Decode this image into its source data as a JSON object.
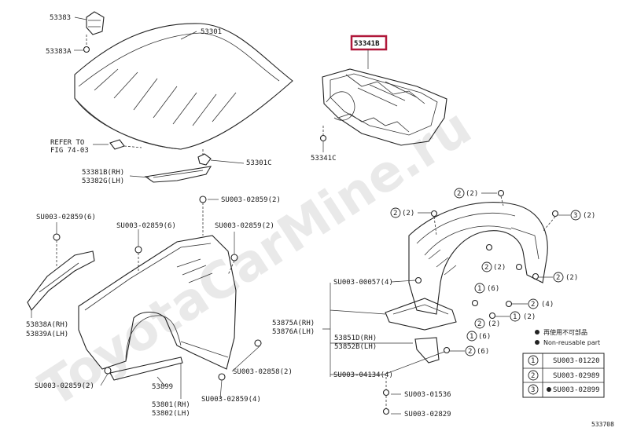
{
  "watermark": "ToyotaCarMine.ru",
  "diagram_id": "533708",
  "highlight_part": "53341B",
  "labels": {
    "p53383": "53383",
    "p53383A": "53383A",
    "p53301": "53301",
    "refer1": "REFER TO",
    "refer2": "FIG 74-03",
    "p53381B": "53381B(RH)",
    "p53382G": "53382G(LH)",
    "p53301C": "53301C",
    "p53341C": "53341C",
    "s00285_2_top": "SU003-02859(2)",
    "s00285_6_left": "SU003-02859(6)",
    "s00285_6_mid": "SU003-02859(6)",
    "s00285_2_right": "SU003-02859(2)",
    "p53838A": "53838A(RH)",
    "p53839A": "53839A(LH)",
    "s00285_2_bot": "SU003-02859(2)",
    "s00285_8": "SU003-02858(2)",
    "s00285_4": "SU003-02859(4)",
    "p53899": "53899",
    "p53801": "53801(RH)",
    "p53802": "53802(LH)",
    "s00057": "SU003-00057(4)",
    "p53875A": "53875A(RH)",
    "p53876A": "53876A(LH)",
    "p53851D": "53851D(RH)",
    "p53852B": "53852B(LH)",
    "s04134": "SU003-04134(4)",
    "s01536": "SU003-01536",
    "s02829": "SU003-02829"
  },
  "callouts": [
    {
      "num": "2",
      "qty": "(2)"
    },
    {
      "num": "2",
      "qty": "(2)"
    },
    {
      "num": "3",
      "qty": "(2)"
    },
    {
      "num": "2",
      "qty": "(2)"
    },
    {
      "num": "2",
      "qty": "(2)"
    },
    {
      "num": "2",
      "qty": "(4)"
    },
    {
      "num": "1",
      "qty": "(2)"
    },
    {
      "num": "2",
      "qty": "(2)"
    },
    {
      "num": "1",
      "qty": "(6)"
    },
    {
      "num": "1",
      "qty": "(6)"
    },
    {
      "num": "2",
      "qty": "(6)"
    }
  ],
  "notes": {
    "reuse": "再使用不可部品",
    "non_reusable": "Non-reusable part"
  },
  "legend": [
    {
      "key": "1",
      "code": "SU003-01220"
    },
    {
      "key": "2",
      "code": "SU003-02989"
    },
    {
      "key": "3",
      "code": "SU003-02899"
    }
  ]
}
